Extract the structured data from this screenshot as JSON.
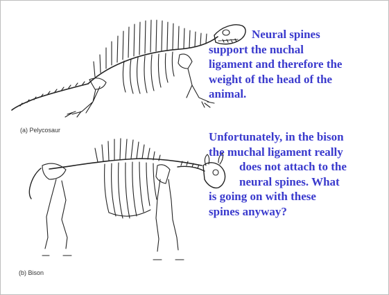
{
  "figures": {
    "pelycosaur": {
      "caption": "(a) Pelycosaur"
    },
    "bison": {
      "caption": "(b) Bison"
    }
  },
  "text": {
    "paragraph_1": [
      "Neural spines",
      "support the nuchal",
      "ligament and therefore the",
      "weight of the head of the",
      "animal."
    ],
    "paragraph_2": [
      "Unfortunately, in the bison",
      "the muchal ligament really",
      "does not attach to the",
      "neural spines.  What",
      "is going on with these",
      "spines anyway?"
    ]
  },
  "colors": {
    "text": "#3a3acd",
    "caption": "#333333",
    "bone": "#222222"
  }
}
